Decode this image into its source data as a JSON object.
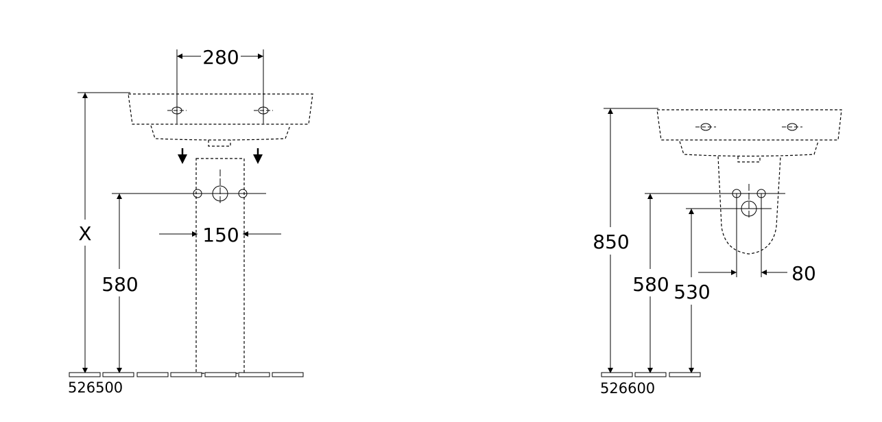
{
  "left_view": {
    "dim_hole_spacing": "280",
    "dim_height_x": "X",
    "dim_height": "580",
    "dim_side_spacing": "150",
    "product_code": "526500"
  },
  "right_view": {
    "dim_total_height": "850",
    "dim_height_upper": "580",
    "dim_height_lower": "530",
    "dim_offset": "80",
    "product_code": "526600"
  }
}
